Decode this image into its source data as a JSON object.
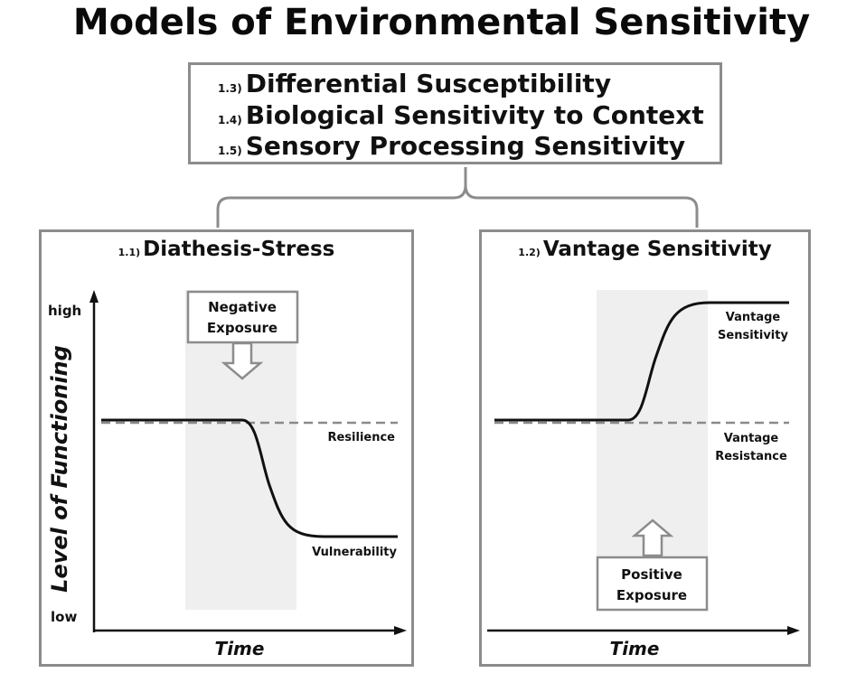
{
  "title": "Models of Environmental Sensitivity",
  "models": [
    {
      "number": "1.3)",
      "name": "Differential Susceptibility"
    },
    {
      "number": "1.4)",
      "name": "Biological Sensitivity to Context"
    },
    {
      "number": "1.5)",
      "name": "Sensory Processing Sensitivity"
    }
  ],
  "panels": {
    "left": {
      "number": "1.1)",
      "name": "Diathesis-Stress",
      "y_axis_label": "Level of Functioning",
      "y_high": "high",
      "y_low": "low",
      "x_axis_label": "Time",
      "exposure_line1": "Negative",
      "exposure_line2": "Exposure",
      "upper_label": "Resilience",
      "lower_label": "Vulnerability"
    },
    "right": {
      "number": "1.2)",
      "name": "Vantage Sensitivity",
      "x_axis_label": "Time",
      "exposure_line1": "Positive",
      "exposure_line2": "Exposure",
      "upper_label_line1": "Vantage",
      "upper_label_line2": "Sensitivity",
      "lower_label_line1": "Vantage",
      "lower_label_line2": "Resistance"
    }
  },
  "colors": {
    "frame": "#8c8c8c",
    "exposure_band": "#efefef",
    "curve": "#111111",
    "dashed_line": "#8a8a8a"
  }
}
